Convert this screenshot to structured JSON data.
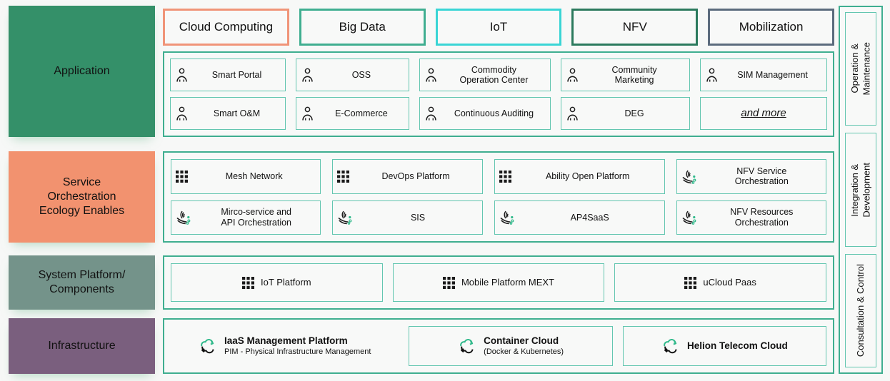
{
  "layers": [
    {
      "id": "application",
      "label": "Application",
      "color": "#349069"
    },
    {
      "id": "service",
      "label": "Service\nOrchestration\nEcology Enables",
      "color": "#f2926f"
    },
    {
      "id": "system",
      "label": "System Platform/\nComponents",
      "color": "#74938a"
    },
    {
      "id": "infrastructure",
      "label": "Infrastructure",
      "color": "#7a5f7e"
    }
  ],
  "tabs": [
    {
      "label": "Cloud Computing",
      "color": "#f09478"
    },
    {
      "label": "Big Data",
      "color": "#3fae90"
    },
    {
      "label": "IoT",
      "color": "#39d5d5"
    },
    {
      "label": "NFV",
      "color": "#2b7a5d"
    },
    {
      "label": "Mobilization",
      "color": "#5b6b7d"
    }
  ],
  "application_items": [
    {
      "label": "Smart Portal",
      "icon": "person-icon",
      "style": "plain"
    },
    {
      "label": "OSS",
      "icon": "person-icon",
      "style": "plain"
    },
    {
      "label": "Commodity\nOperation Center",
      "icon": "person-icon",
      "style": "plain"
    },
    {
      "label": "Community\nMarketing",
      "icon": "person-icon",
      "style": "plain"
    },
    {
      "label": "SIM Management",
      "icon": "person-icon",
      "style": "plain"
    },
    {
      "label": "Smart O&M",
      "icon": "person-icon",
      "style": "plain"
    },
    {
      "label": "E-Commerce",
      "icon": "person-icon",
      "style": "plain"
    },
    {
      "label": "Continuous Auditing",
      "icon": "person-icon",
      "style": "plain"
    },
    {
      "label": "DEG",
      "icon": "person-icon",
      "style": "plain"
    },
    {
      "label": "and more",
      "icon": "none",
      "style": "emphasis"
    }
  ],
  "service_items": [
    {
      "label": "Mesh Network",
      "icon": "grid-dots-icon"
    },
    {
      "label": "DevOps Platform",
      "icon": "grid-dots-icon"
    },
    {
      "label": "Ability Open Platform",
      "icon": "grid-dots-icon"
    },
    {
      "label": "NFV Service\nOrchestration",
      "icon": "swoosh-icon"
    },
    {
      "label": "Mirco-service and\nAPI Orchestration",
      "icon": "swoosh-icon"
    },
    {
      "label": "SIS",
      "icon": "swoosh-icon"
    },
    {
      "label": "AP4SaaS",
      "icon": "swoosh-icon"
    },
    {
      "label": "NFV Resources\nOrchestration",
      "icon": "swoosh-icon"
    }
  ],
  "system_items": [
    {
      "label": "IoT Platform",
      "icon": "grid-dots-icon"
    },
    {
      "label": "Mobile Platform MEXT",
      "icon": "grid-dots-icon"
    },
    {
      "label": "uCloud Paas",
      "icon": "grid-dots-icon"
    }
  ],
  "infrastructure_items": [
    {
      "title": "IaaS Management Platform",
      "subtitle": "PIM - Physical Infrastructure Management",
      "icon": "cloud-refresh-icon",
      "bordered": false
    },
    {
      "title": "Container Cloud",
      "subtitle": "(Docker & Kubernetes)",
      "icon": "cloud-refresh-icon",
      "bordered": true
    },
    {
      "title": "Helion Telecom Cloud",
      "subtitle": "",
      "icon": "cloud-refresh-icon",
      "bordered": true
    }
  ],
  "sidebar_items": [
    {
      "label": "Operation &\nMaintenance"
    },
    {
      "label": "Integration &\nDevelopment"
    },
    {
      "label": "Consultation & Control"
    }
  ],
  "palette": {
    "panel_border": "#3fae90",
    "cell_border": "#63c6b0",
    "panel_bg": "#f8f9f8",
    "page_bg": "#f7f8f7",
    "icon_green": "#2fb98a",
    "icon_black": "#1a1a1a"
  }
}
